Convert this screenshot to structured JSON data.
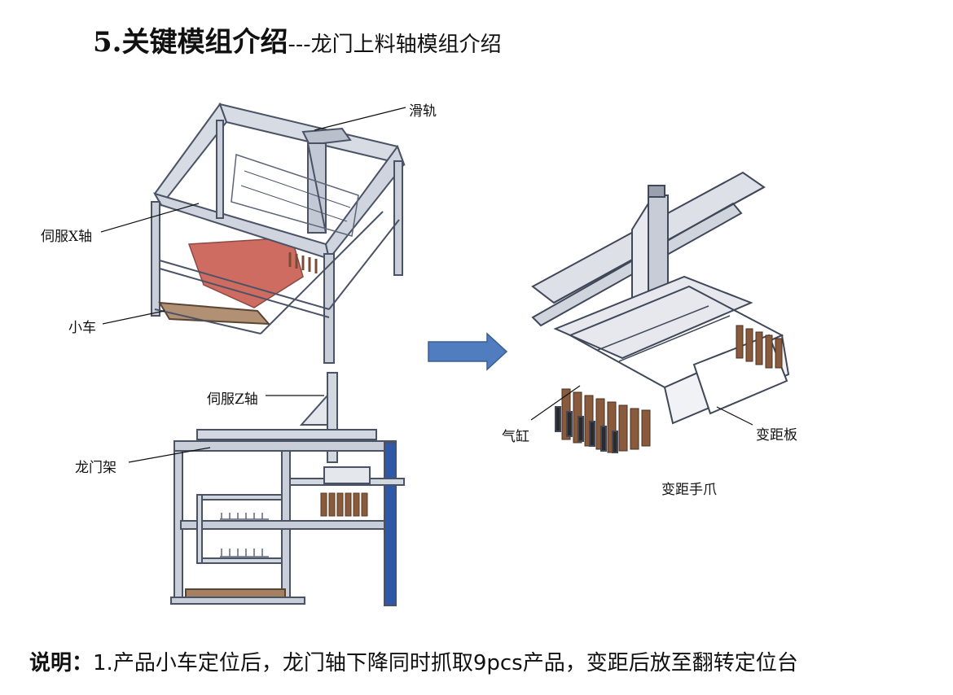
{
  "title": {
    "main": "5.关键模组介绍",
    "sub": "---龙门上料轴模组介绍"
  },
  "labels": {
    "slide_rail": "滑轨",
    "servo_x": "伺服X轴",
    "cart": "小车",
    "servo_z": "伺服Z轴",
    "gantry_frame": "龙门架",
    "air_cylinder": "气缸",
    "pitch_plate": "变距板",
    "pitch_gripper": "变距手爪"
  },
  "note": {
    "prefix": "说明：",
    "text": "1.产品小车定位后，龙门轴下降同时抓取9pcs产品，变距后放至翻转定位台"
  },
  "colors": {
    "frame": "#5b6478",
    "frame_light": "#c9ced8",
    "product": "#c96a5f",
    "gripper": "#8a5a3c",
    "arrow": "#4f7dc0",
    "blue_post": "#2f58a8"
  }
}
